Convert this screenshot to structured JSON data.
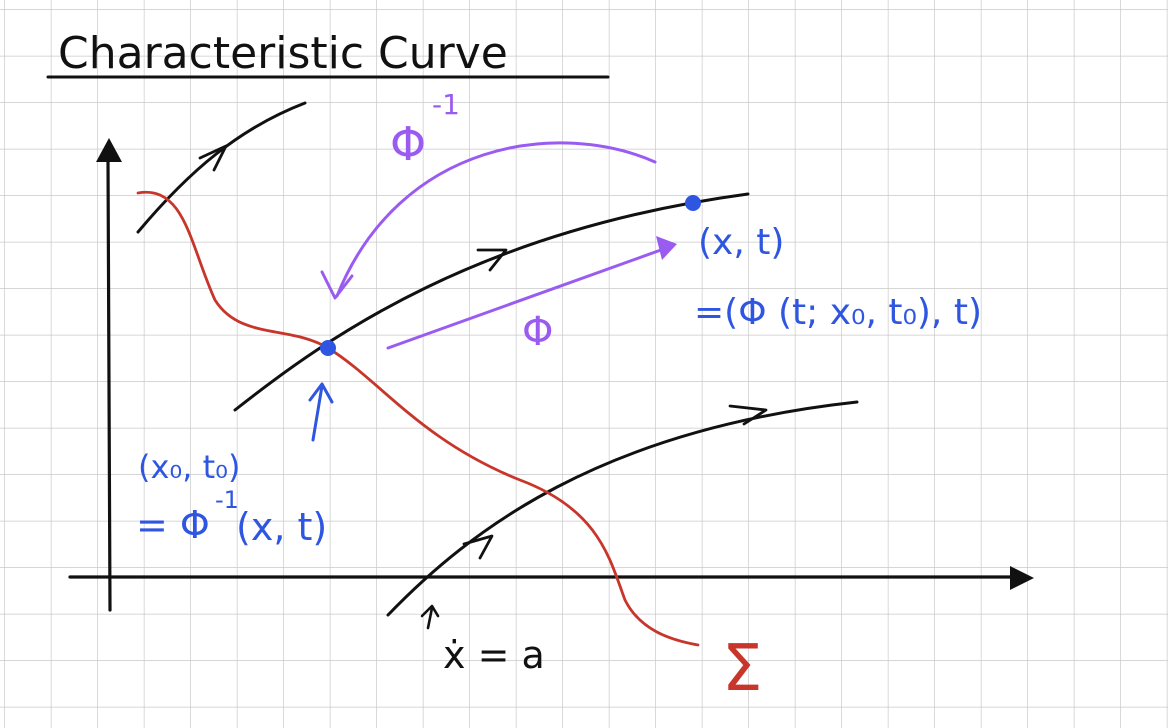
{
  "title": "Characteristic Curve",
  "labels": {
    "point_xt": "(x, t)",
    "point_xt_eq": "=(Φ (t; x₀, t₀), t)",
    "flow_forward": "Φ",
    "flow_inverse_base": "Φ",
    "flow_inverse_exp": "-1",
    "point_x0t0": "(x₀, t₀)",
    "point_x0t0_eq_base": "= Φ",
    "point_x0t0_eq_exp": "-1",
    "point_x0t0_eq_arg": "(x, t)",
    "ode": "ẋ = a",
    "surface": "Σ"
  },
  "colors": {
    "grid": "#c9c9c9",
    "ink": "#111111",
    "red": "#c8362b",
    "blue": "#2f56e0",
    "purple": "#9a5cf0"
  }
}
